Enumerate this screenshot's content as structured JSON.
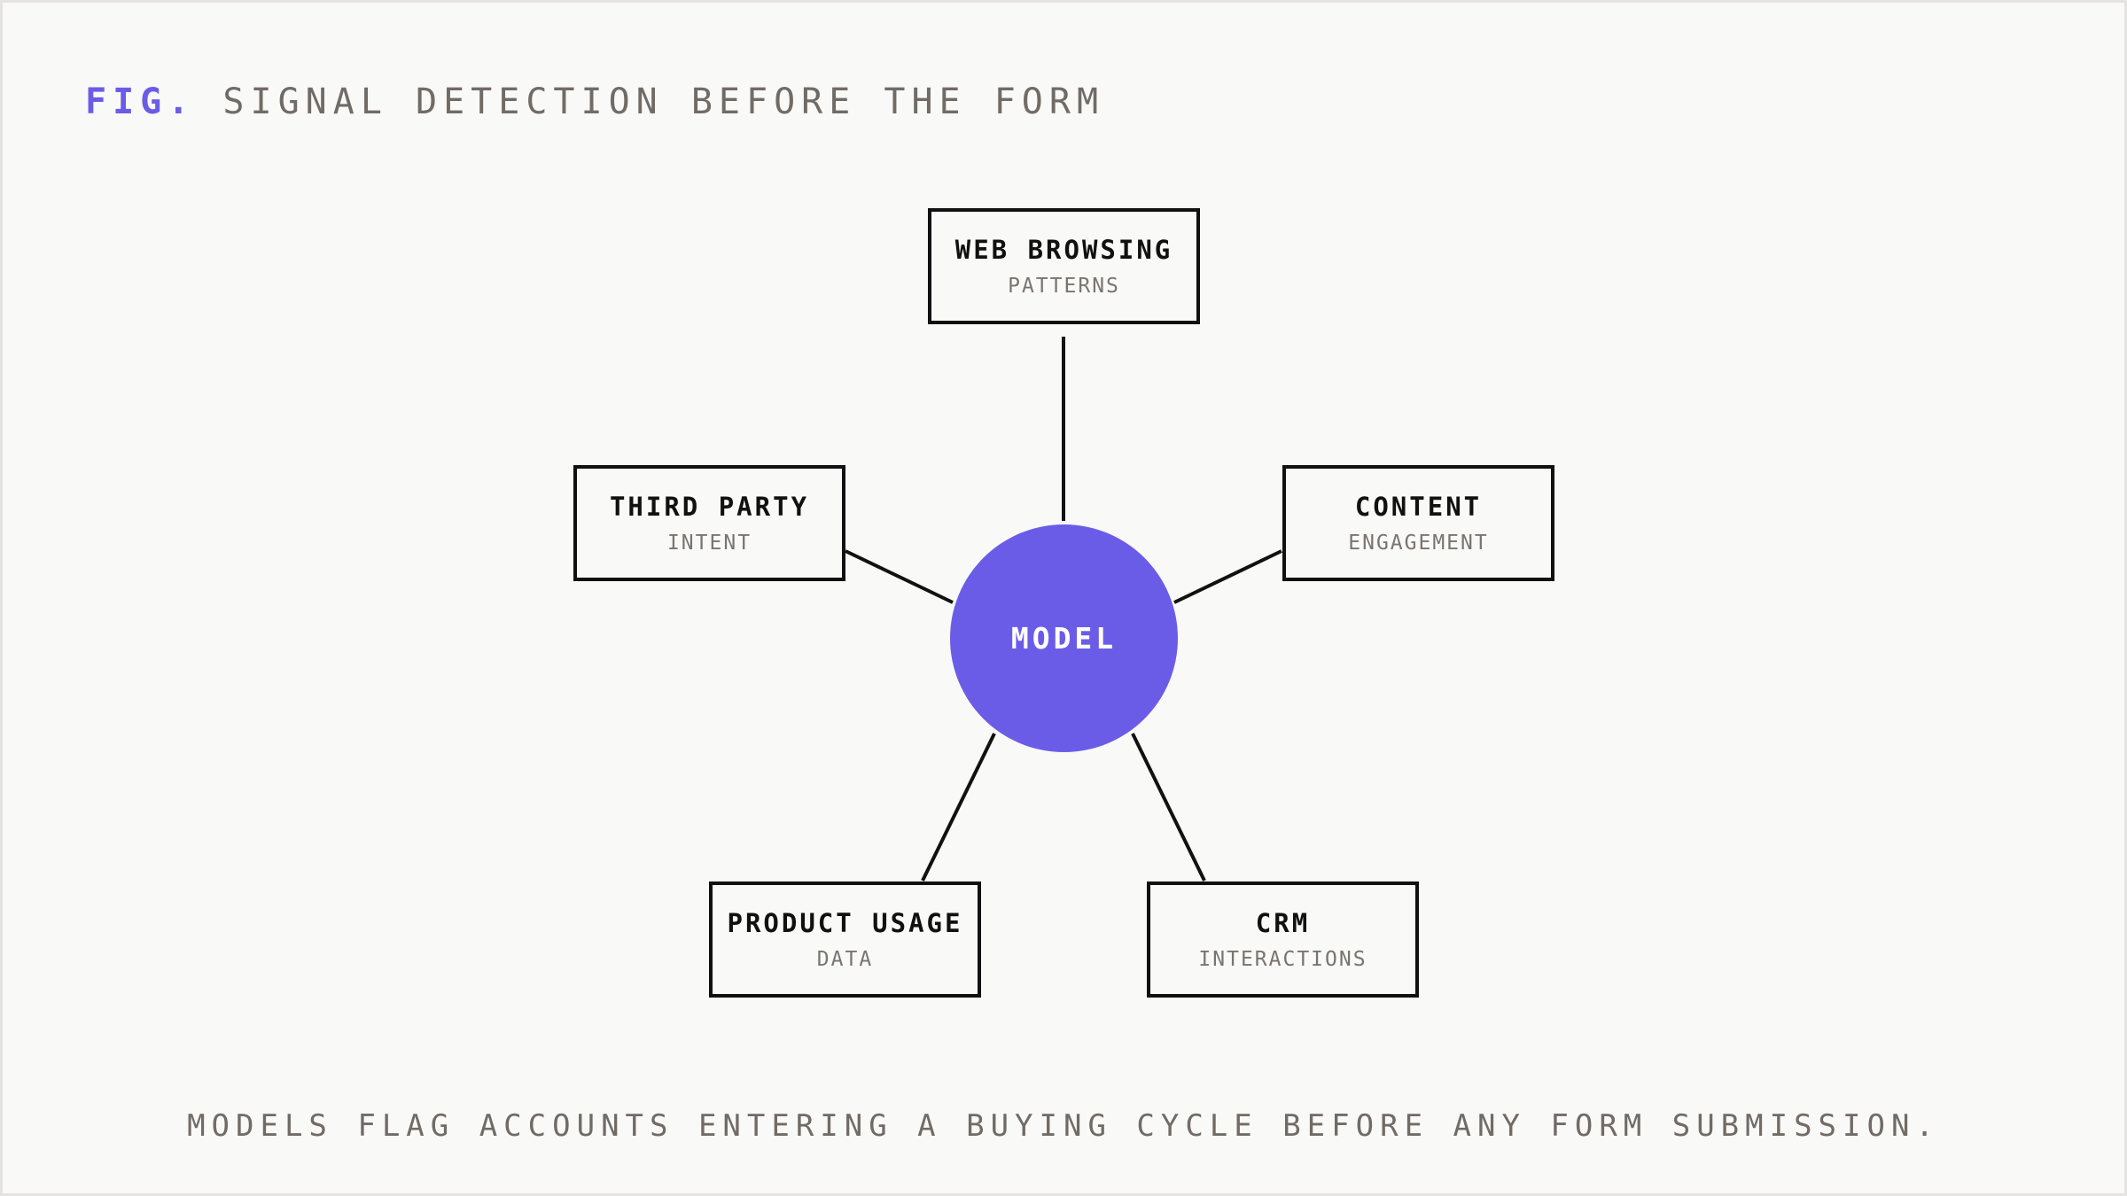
{
  "figure": {
    "prefix": "FIG.",
    "title": "SIGNAL DETECTION BEFORE THE FORM",
    "caption": "MODELS FLAG ACCOUNTS ENTERING A BUYING CYCLE BEFORE ANY FORM SUBMISSION."
  },
  "hub": {
    "label": "MODEL"
  },
  "nodes": [
    {
      "label": "WEB BROWSING",
      "sub": "PATTERNS"
    },
    {
      "label": "THIRD PARTY",
      "sub": "INTENT"
    },
    {
      "label": "CONTENT",
      "sub": "ENGAGEMENT"
    },
    {
      "label": "PRODUCT USAGE",
      "sub": "DATA"
    },
    {
      "label": "CRM",
      "sub": "INTERACTIONS"
    }
  ],
  "colors": {
    "accent": "#6b5ce7",
    "ink": "#111111",
    "muted": "#716b66",
    "background": "#f9f9f7"
  }
}
